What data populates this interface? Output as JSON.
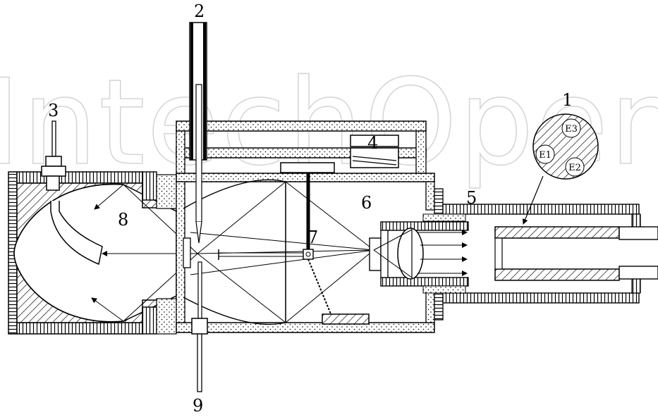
{
  "watermark": "IntechOpen",
  "labels": {
    "l1": "1",
    "l2": "2",
    "l3": "3",
    "l4": "4",
    "l5": "5",
    "l6": "6",
    "l7": "7",
    "l8": "8",
    "l9": "9"
  },
  "sample": {
    "e1": "E1",
    "e2": "E2",
    "e3": "E3"
  },
  "colors": {
    "line": "#000000",
    "watermark": "#d6d6d6",
    "background": "#ffffff"
  }
}
